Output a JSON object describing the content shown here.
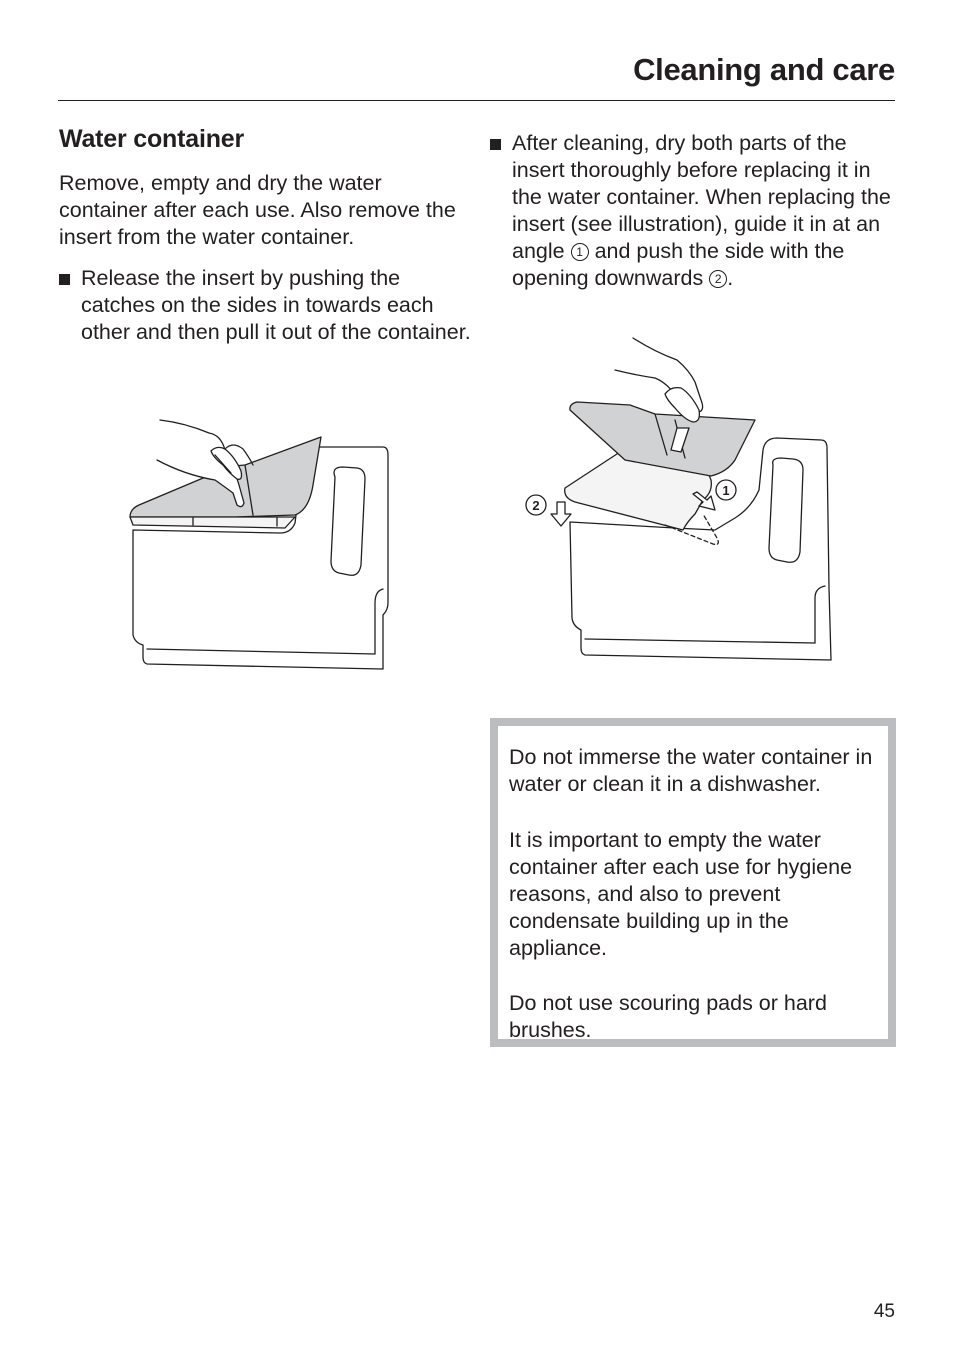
{
  "header": {
    "title": "Cleaning and care"
  },
  "section": {
    "heading": "Water container",
    "intro": "Remove, empty and dry the water container after each use. Also remove the insert from the water container."
  },
  "bullets": {
    "release": "Release the insert by pushing the catches on the sides in towards each other and then pull it out of the container.",
    "replace_part1": "After cleaning, dry both parts of the insert thoroughly before replacing it in the water container. When replacing the insert (see illustration), guide it in at an angle",
    "replace_marker1": "1",
    "replace_part2": "and push the side with the opening downwards",
    "replace_marker2": "2",
    "replace_end": "."
  },
  "illustration_labels": {
    "one": "1",
    "two": "2"
  },
  "warning": {
    "p1": "Do not immerse the water container in water or clean it in a dishwasher.",
    "p2": "It is important to empty the water container after each use for hygiene reasons, and also to prevent condensate building up in the appliance.",
    "p3": "Do not use scouring pads or hard brushes."
  },
  "footer": {
    "page_number": "45"
  },
  "colors": {
    "text": "#231f20",
    "box_border": "#bcbdc0",
    "illustration_fill": "#d1d2d3",
    "illustration_light": "#f4f4f4"
  }
}
